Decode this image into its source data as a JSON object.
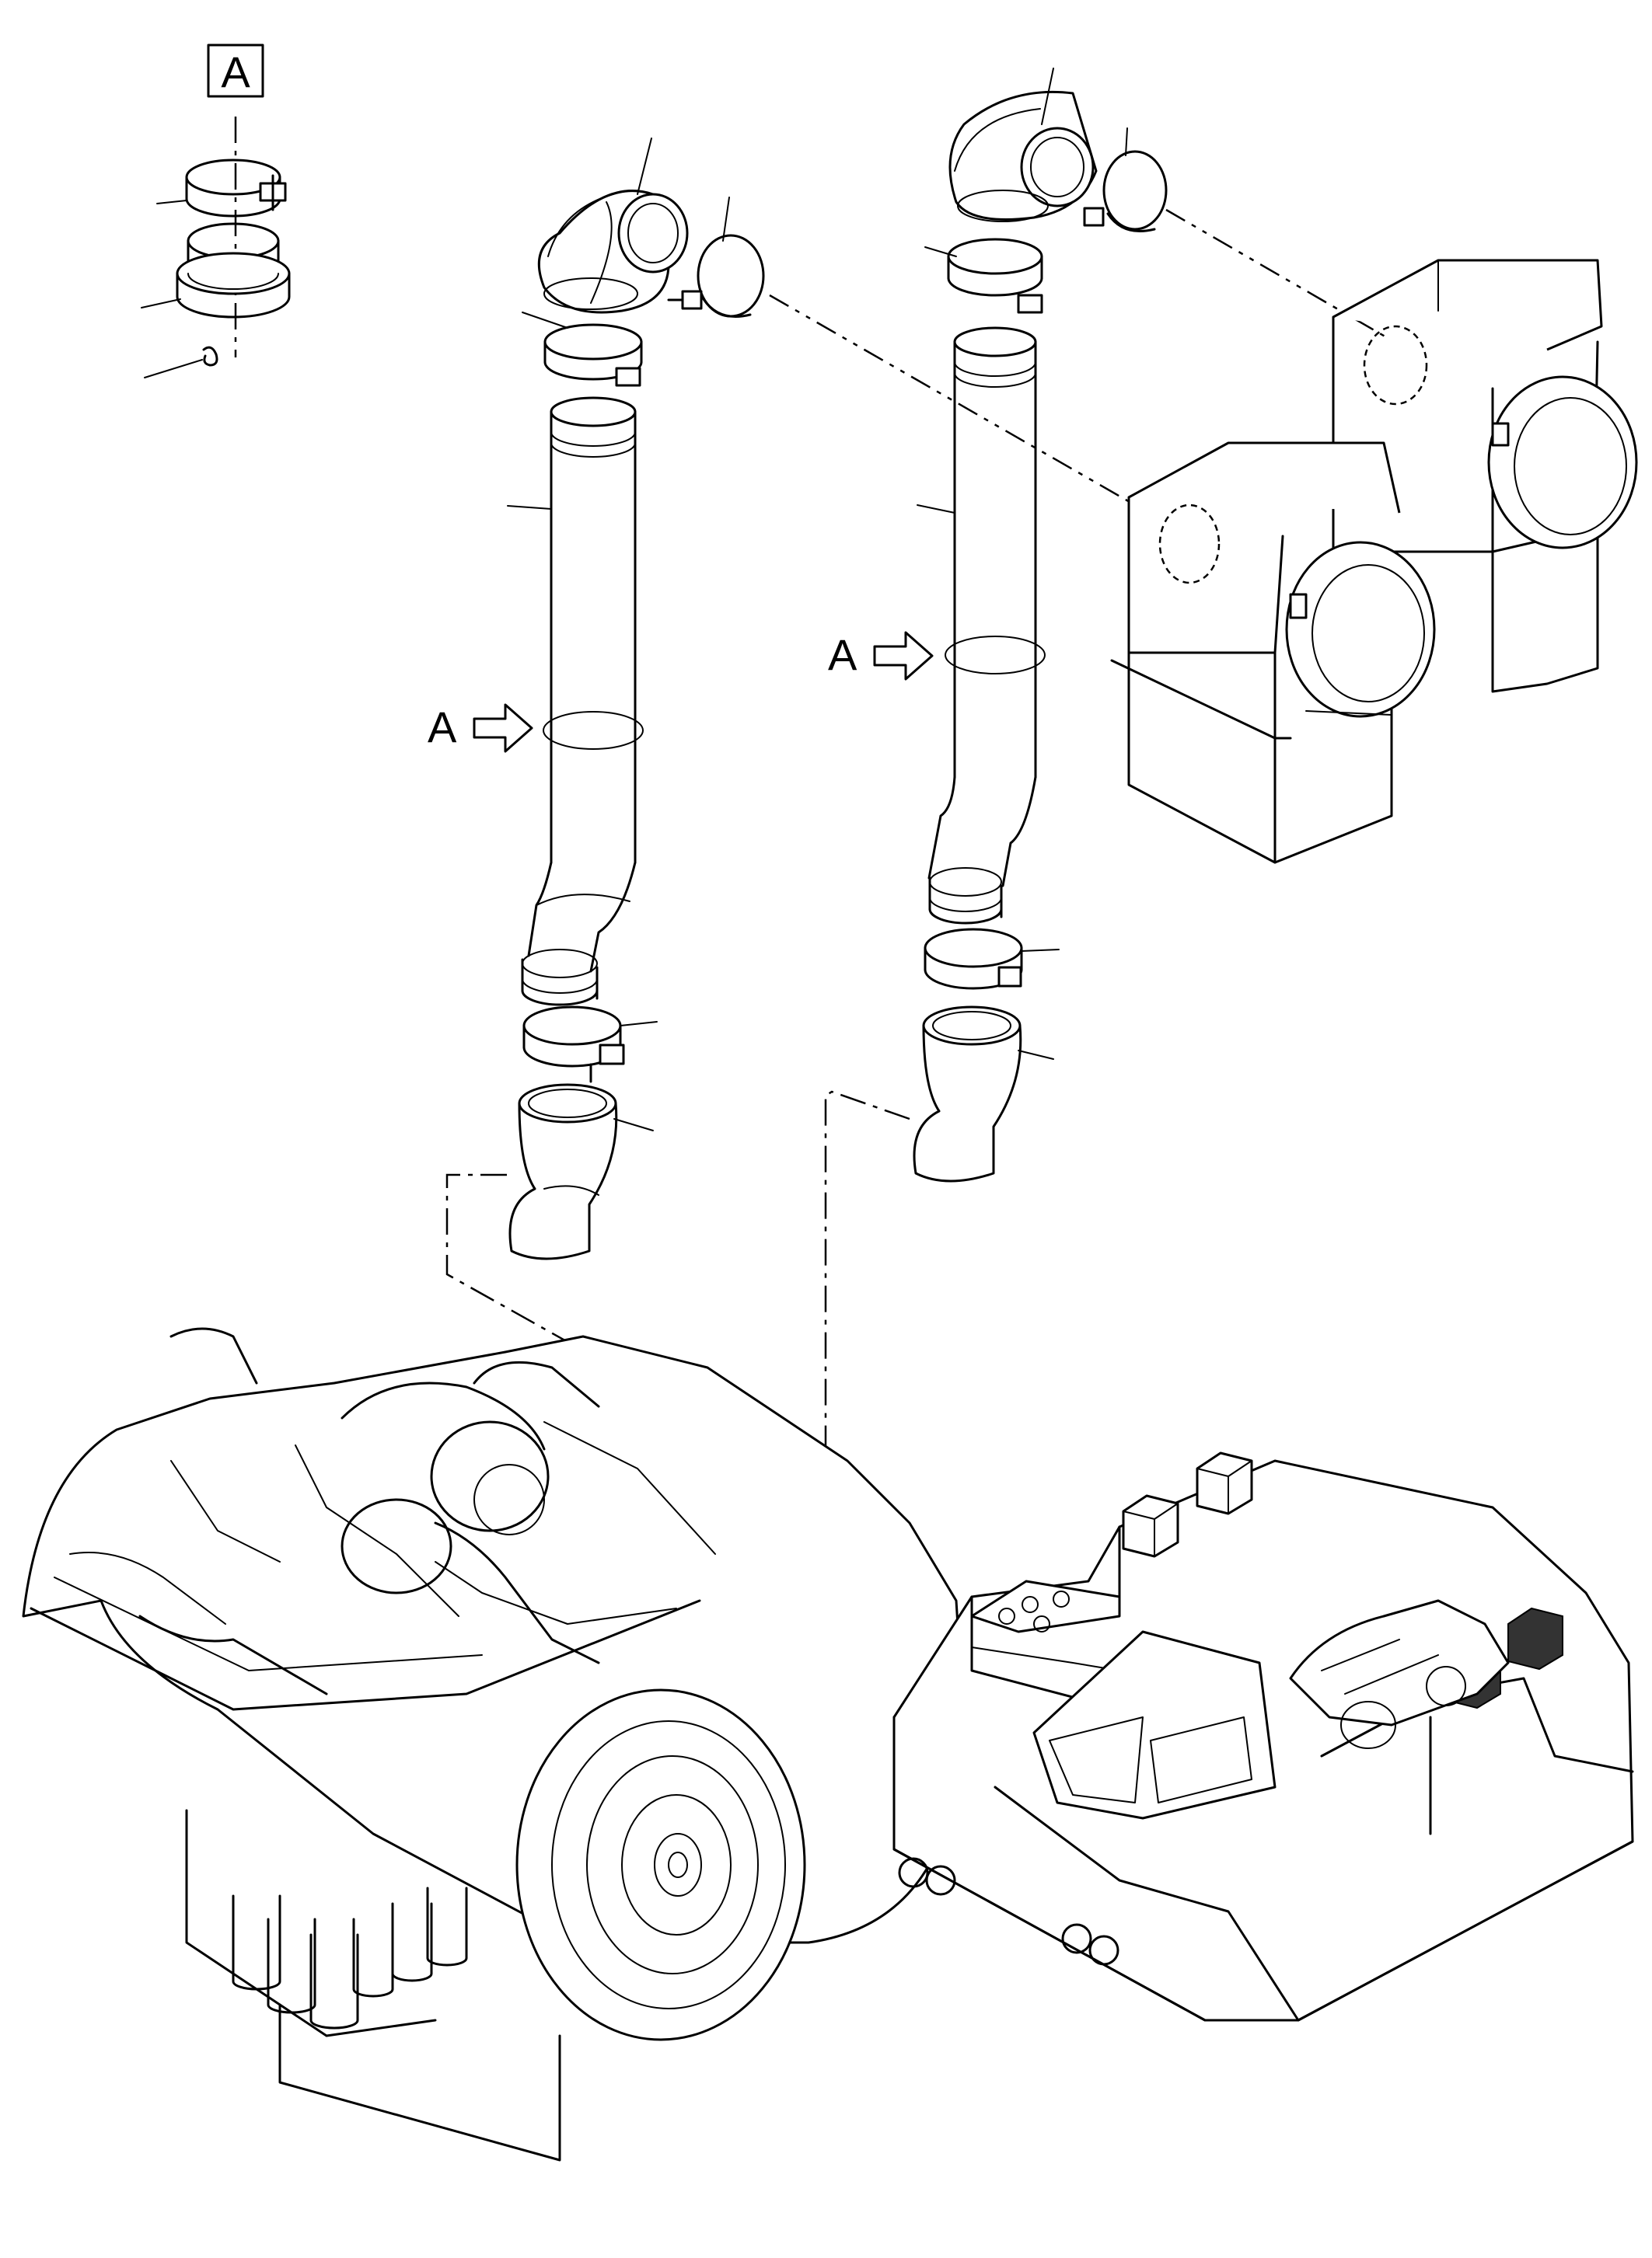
{
  "detail_labels": {
    "detail_box": "A",
    "callout_left": "A",
    "callout_right": "A"
  }
}
